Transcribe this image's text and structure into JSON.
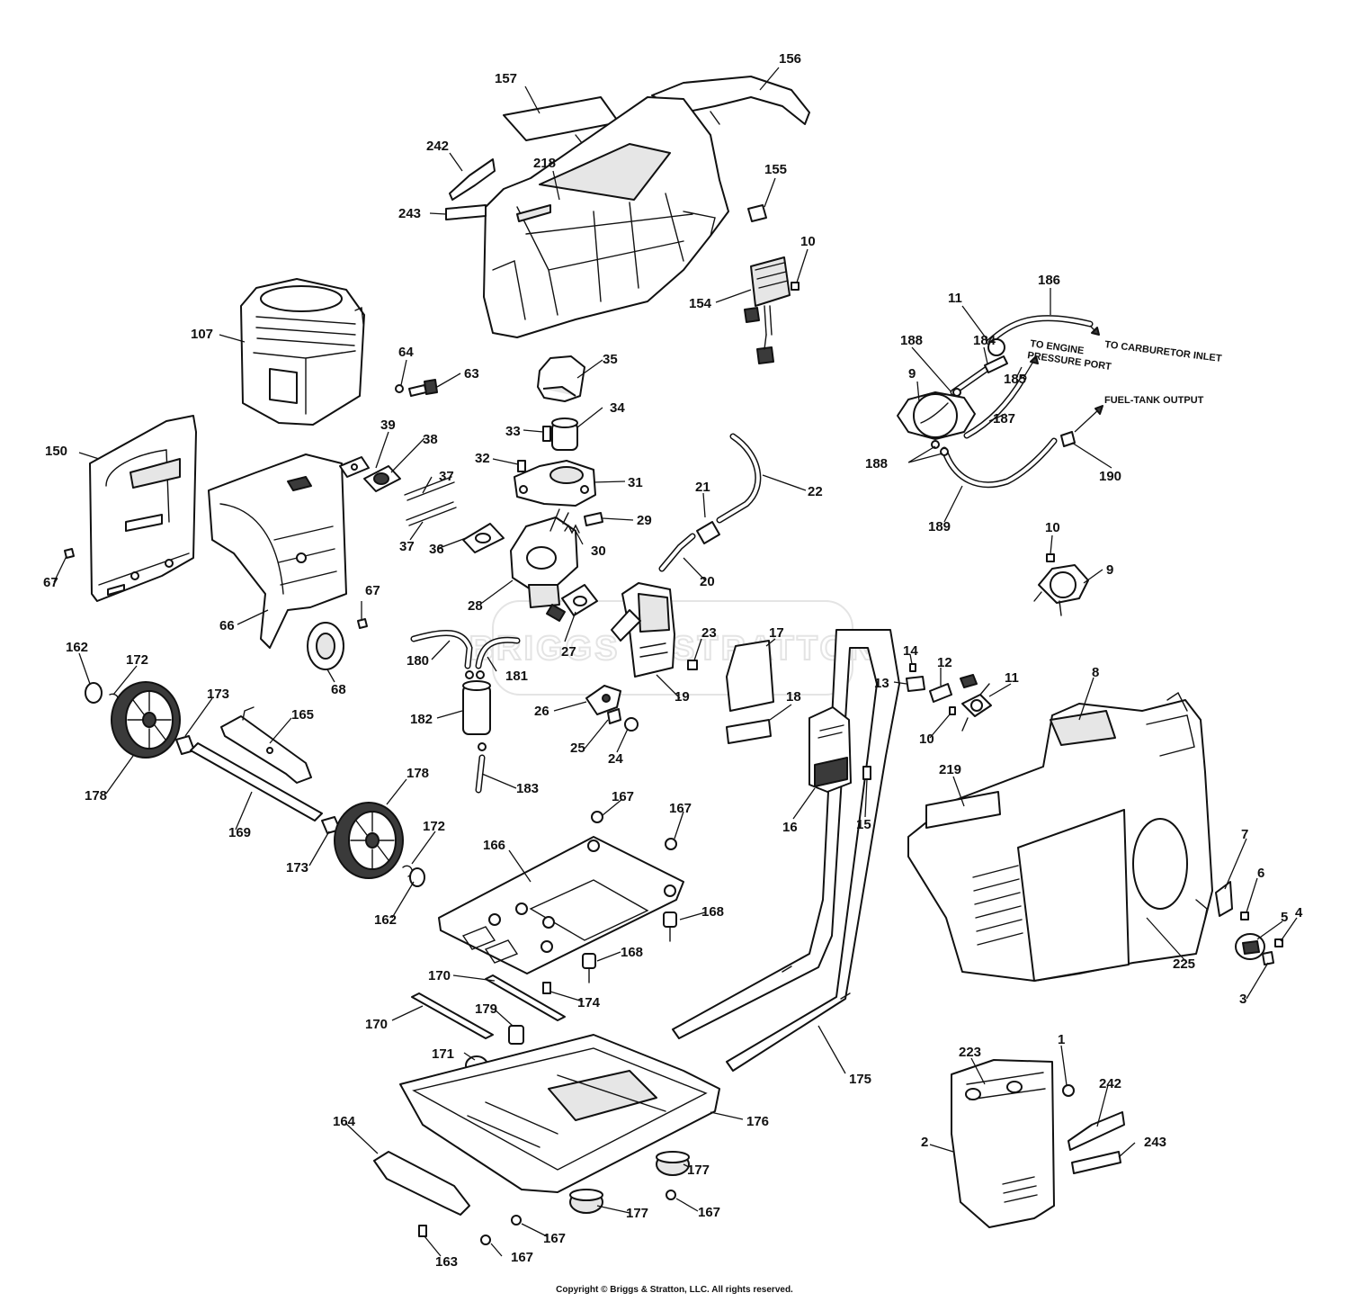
{
  "watermark": "BRIGGS & STRATTON",
  "copyright": "Copyright © Briggs & Stratton, LLC. All rights reserved.",
  "notes": {
    "carb": "TO CARBURETOR INLET",
    "pressure_1": "TO ENGINE",
    "pressure_2": "PRESSURE PORT",
    "fuel_tank": "FUEL-TANK OUTPUT"
  },
  "labels": [
    {
      "id": "l156",
      "text": "156"
    },
    {
      "id": "l157",
      "text": "157"
    },
    {
      "id": "l242a",
      "text": "242"
    },
    {
      "id": "l243a",
      "text": "243"
    },
    {
      "id": "l218",
      "text": "218"
    },
    {
      "id": "l155",
      "text": "155"
    },
    {
      "id": "l10a",
      "text": "10"
    },
    {
      "id": "l154",
      "text": "154"
    },
    {
      "id": "l186",
      "text": "186"
    },
    {
      "id": "l11a",
      "text": "11"
    },
    {
      "id": "l188a",
      "text": "188"
    },
    {
      "id": "l184",
      "text": "184"
    },
    {
      "id": "l185",
      "text": "185"
    },
    {
      "id": "l9a",
      "text": "9"
    },
    {
      "id": "l187",
      "text": "187"
    },
    {
      "id": "l188b",
      "text": "188"
    },
    {
      "id": "l190",
      "text": "190"
    },
    {
      "id": "l189",
      "text": "189"
    },
    {
      "id": "l10b",
      "text": "10"
    },
    {
      "id": "l9b",
      "text": "9"
    },
    {
      "id": "l107",
      "text": "107"
    },
    {
      "id": "l64",
      "text": "64"
    },
    {
      "id": "l63",
      "text": "63"
    },
    {
      "id": "l35",
      "text": "35"
    },
    {
      "id": "l34",
      "text": "34"
    },
    {
      "id": "l33",
      "text": "33"
    },
    {
      "id": "l32",
      "text": "32"
    },
    {
      "id": "l31",
      "text": "31"
    },
    {
      "id": "l150",
      "text": "150"
    },
    {
      "id": "l39",
      "text": "39"
    },
    {
      "id": "l38",
      "text": "38"
    },
    {
      "id": "l37a",
      "text": "37"
    },
    {
      "id": "l37b",
      "text": "37"
    },
    {
      "id": "l36",
      "text": "36"
    },
    {
      "id": "l29",
      "text": "29"
    },
    {
      "id": "l30",
      "text": "30"
    },
    {
      "id": "l21",
      "text": "21"
    },
    {
      "id": "l22",
      "text": "22"
    },
    {
      "id": "l20",
      "text": "20"
    },
    {
      "id": "l28",
      "text": "28"
    },
    {
      "id": "l27",
      "text": "27"
    },
    {
      "id": "l67a",
      "text": "67"
    },
    {
      "id": "l67b",
      "text": "67"
    },
    {
      "id": "l66",
      "text": "66"
    },
    {
      "id": "l68",
      "text": "68"
    },
    {
      "id": "l162a",
      "text": "162"
    },
    {
      "id": "l172a",
      "text": "172"
    },
    {
      "id": "l173a",
      "text": "173"
    },
    {
      "id": "l165",
      "text": "165"
    },
    {
      "id": "l178a",
      "text": "178"
    },
    {
      "id": "l169",
      "text": "169"
    },
    {
      "id": "l178b",
      "text": "178"
    },
    {
      "id": "l173b",
      "text": "173"
    },
    {
      "id": "l172b",
      "text": "172"
    },
    {
      "id": "l162b",
      "text": "162"
    },
    {
      "id": "l180",
      "text": "180"
    },
    {
      "id": "l181",
      "text": "181"
    },
    {
      "id": "l182",
      "text": "182"
    },
    {
      "id": "l183",
      "text": "183"
    },
    {
      "id": "l23",
      "text": "23"
    },
    {
      "id": "l26",
      "text": "26"
    },
    {
      "id": "l25",
      "text": "25"
    },
    {
      "id": "l24",
      "text": "24"
    },
    {
      "id": "l19",
      "text": "19"
    },
    {
      "id": "l17",
      "text": "17"
    },
    {
      "id": "l18",
      "text": "18"
    },
    {
      "id": "l14",
      "text": "14"
    },
    {
      "id": "l13",
      "text": "13"
    },
    {
      "id": "l12",
      "text": "12"
    },
    {
      "id": "l11b",
      "text": "11"
    },
    {
      "id": "l10c",
      "text": "10"
    },
    {
      "id": "l8",
      "text": "8"
    },
    {
      "id": "l16",
      "text": "16"
    },
    {
      "id": "l15",
      "text": "15"
    },
    {
      "id": "l219",
      "text": "219"
    },
    {
      "id": "l167a",
      "text": "167"
    },
    {
      "id": "l167b",
      "text": "167"
    },
    {
      "id": "l166",
      "text": "166"
    },
    {
      "id": "l168a",
      "text": "168"
    },
    {
      "id": "l168b",
      "text": "168"
    },
    {
      "id": "l170a",
      "text": "170"
    },
    {
      "id": "l174",
      "text": "174"
    },
    {
      "id": "l170b",
      "text": "170"
    },
    {
      "id": "l179",
      "text": "179"
    },
    {
      "id": "l171",
      "text": "171"
    },
    {
      "id": "l175",
      "text": "175"
    },
    {
      "id": "l176",
      "text": "176"
    },
    {
      "id": "l164",
      "text": "164"
    },
    {
      "id": "l177a",
      "text": "177"
    },
    {
      "id": "l177b",
      "text": "177"
    },
    {
      "id": "l167c",
      "text": "167"
    },
    {
      "id": "l167d",
      "text": "167"
    },
    {
      "id": "l167e",
      "text": "167"
    },
    {
      "id": "l163",
      "text": "163"
    },
    {
      "id": "l7",
      "text": "7"
    },
    {
      "id": "l6",
      "text": "6"
    },
    {
      "id": "l5",
      "text": "5"
    },
    {
      "id": "l4",
      "text": "4"
    },
    {
      "id": "l3",
      "text": "3"
    },
    {
      "id": "l225",
      "text": "225"
    },
    {
      "id": "l223",
      "text": "223"
    },
    {
      "id": "l1",
      "text": "1"
    },
    {
      "id": "l242b",
      "text": "242"
    },
    {
      "id": "l243b",
      "text": "243"
    },
    {
      "id": "l2",
      "text": "2"
    }
  ]
}
